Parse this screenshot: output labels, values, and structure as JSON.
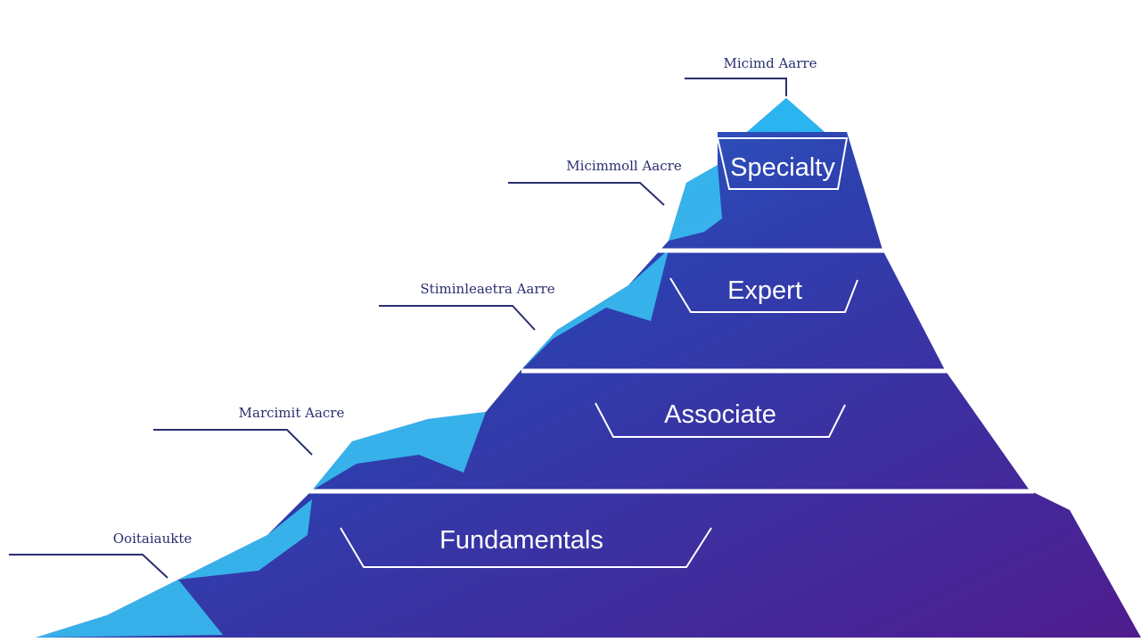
{
  "colors": {
    "top": "#2ab4f0",
    "bottom": "#4a1d8f",
    "highlight": "#38c6f5",
    "divider": "#ffffff",
    "callout_line": "#2a2f6e",
    "callout_text": "#2a2f6e"
  },
  "tiers": [
    {
      "label": "Specialty"
    },
    {
      "label": "Expert"
    },
    {
      "label": "Associate"
    },
    {
      "label": "Fundamentals"
    }
  ],
  "callouts": [
    {
      "text": "Micimd Aarre"
    },
    {
      "text": "Micimmoll Aacre"
    },
    {
      "text": "Stiminleaetra Aarre"
    },
    {
      "text": "Marcimit Aacre"
    },
    {
      "text": "Ooitaiaukte"
    }
  ]
}
